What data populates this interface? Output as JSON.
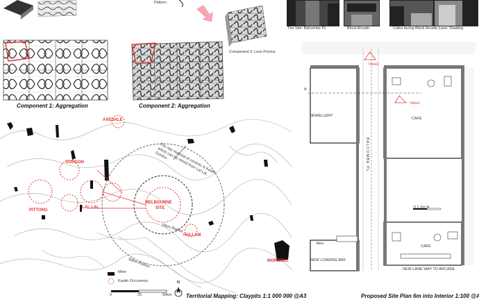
{
  "top": {
    "pattern_label": "Pattern",
    "component2_less_porous": "Component 2: Less Porous",
    "component1_caption": "Component 1: Aggregation",
    "component2_caption": "Component 2: Aggregation"
  },
  "photos": {
    "site_caption": "The Site: Balcombe PL",
    "arcade_caption": "Block Arcade",
    "cafes_caption": "Cafes facing Block Arcade Lane: Shading"
  },
  "map": {
    "caption": "Territorial Mapping: Claypits 1:1 000 000 @A3",
    "raw_material_note": "The raw material of ceramic is Kaolin which can be mined from Lal Lal, Gordon",
    "radius_inner": "25km Radius",
    "radius_outer": "50km Radius",
    "places": {
      "axedale": "AXEDALE",
      "gordon": "GORDON",
      "pittong": "PITTONG",
      "lal_lal": "LAL LAL",
      "melbourne": "MELBOURNE",
      "site": "SITE",
      "hallam": "HALLAM",
      "morwell": "MORWELL"
    },
    "legend": {
      "mine": "Mine",
      "kaolin": "Kaolin Occurence"
    },
    "scale": {
      "s0": "0",
      "s25": "25",
      "s50": "50km"
    },
    "north": "N"
  },
  "plan": {
    "caption": "Proposed Site Plan 6m into Interior 1:100 @A3",
    "jewellery": "JEWELLERY",
    "cafe_top": "CAFE",
    "cafe_bottom": "CAFE",
    "street": "BALCOMBE PL",
    "loading_bay": "NEW LOADING BAY",
    "bins": "bins",
    "lane": "NEW LANE WAY TO ARCADE",
    "view1": "View1",
    "view2": "View2",
    "section_a": "A",
    "scale_bar": "0   1   2m   N"
  }
}
